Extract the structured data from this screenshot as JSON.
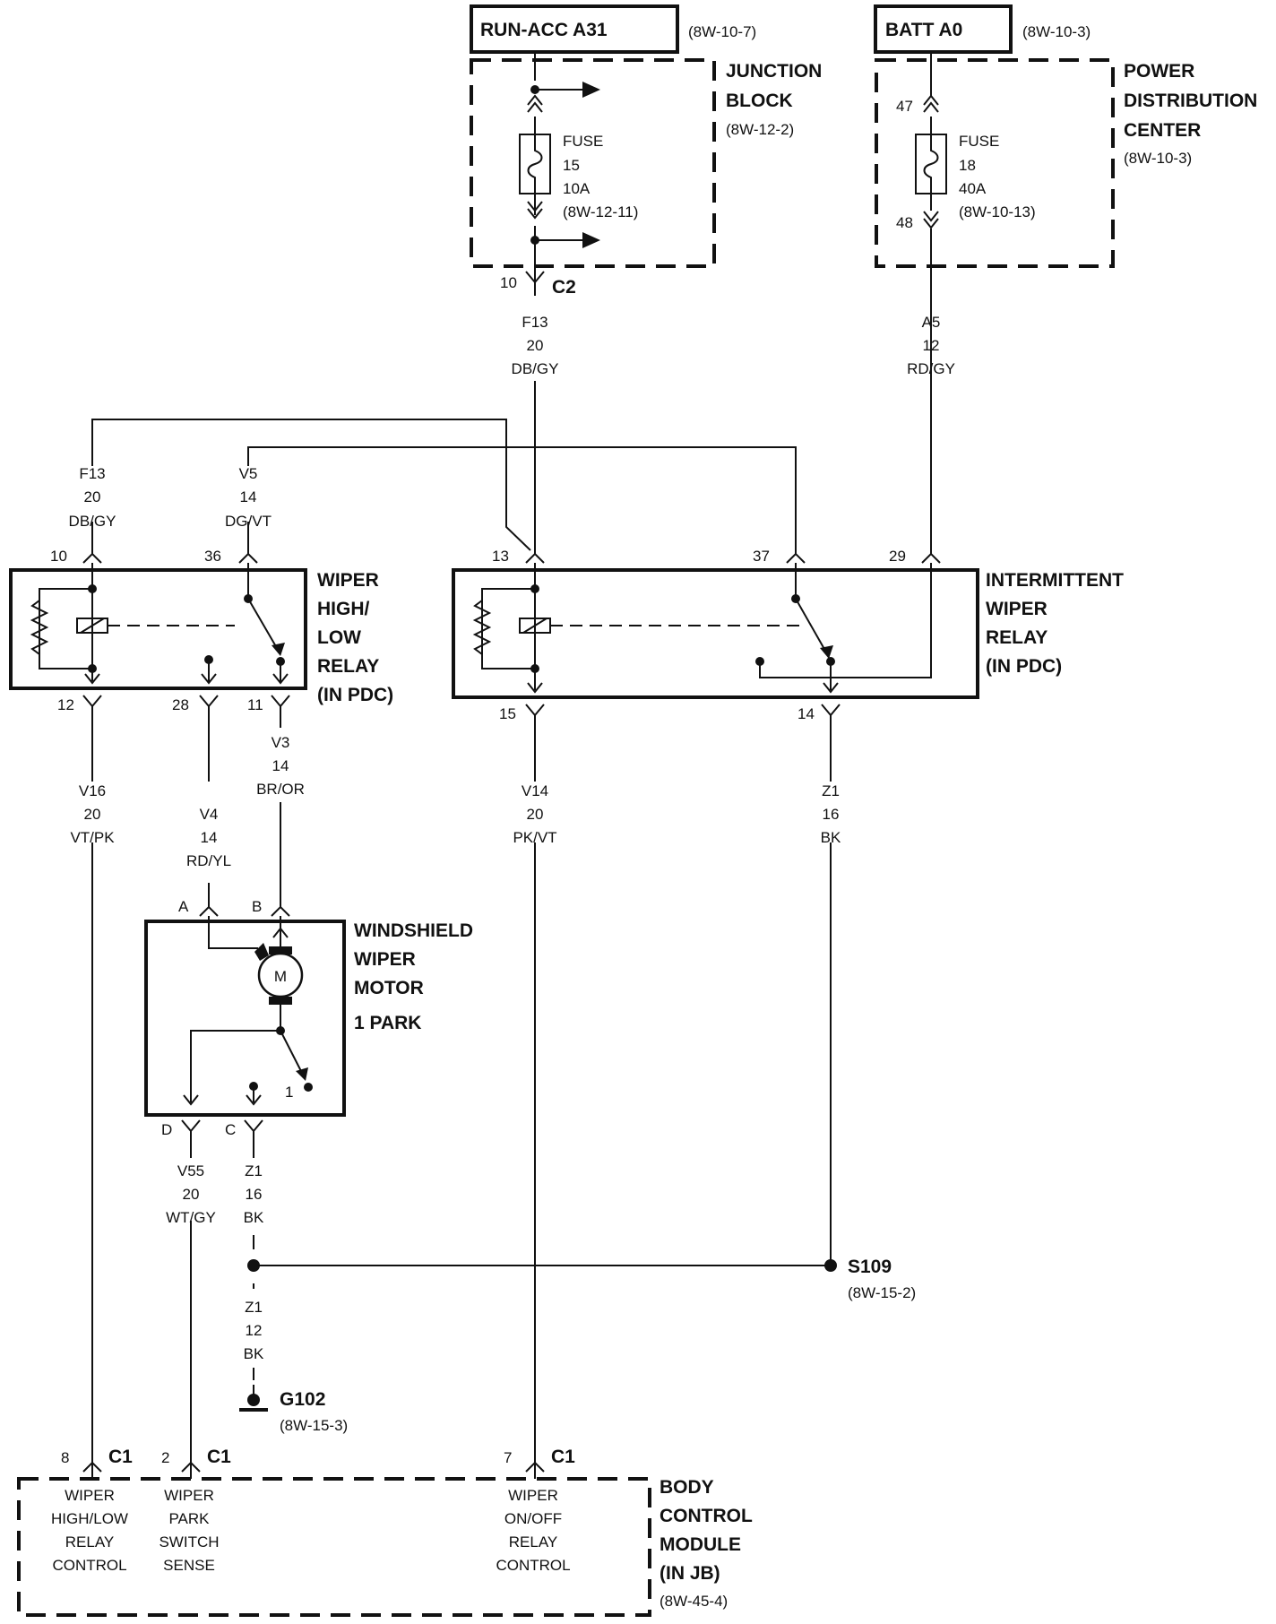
{
  "sources": {
    "run_acc": {
      "label": "RUN-ACC A31",
      "ref": "(8W-10-7)"
    },
    "batt": {
      "label": "BATT A0",
      "ref": "(8W-10-3)"
    }
  },
  "junction_block": {
    "title_line1": "JUNCTION",
    "title_line2": "BLOCK",
    "ref": "(8W-12-2)",
    "fuse": {
      "l1": "FUSE",
      "l2": "15",
      "l3": "10A",
      "l4": "(8W-12-11)"
    },
    "output_pin": "10",
    "output_connector": "C2"
  },
  "pdc": {
    "title_line1": "POWER",
    "title_line2": "DISTRIBUTION",
    "title_line3": "CENTER",
    "ref": "(8W-10-3)",
    "fuse": {
      "l1": "FUSE",
      "l2": "18",
      "l3": "40A",
      "l4": "(8W-10-13)"
    },
    "pin_in": "47",
    "pin_out": "48"
  },
  "wires": {
    "f13_top": {
      "code": "F13",
      "gauge": "20",
      "color": "DB/GY"
    },
    "a5": {
      "code": "A5",
      "gauge": "12",
      "color": "RD/GY"
    },
    "f13_left": {
      "code": "F13",
      "gauge": "20",
      "color": "DB/GY"
    },
    "v5": {
      "code": "V5",
      "gauge": "14",
      "color": "DG/VT"
    },
    "v16": {
      "code": "V16",
      "gauge": "20",
      "color": "VT/PK"
    },
    "v4": {
      "code": "V4",
      "gauge": "14",
      "color": "RD/YL"
    },
    "v3": {
      "code": "V3",
      "gauge": "14",
      "color": "BR/OR"
    },
    "v14": {
      "code": "V14",
      "gauge": "20",
      "color": "PK/VT"
    },
    "z1_bk": {
      "code": "Z1",
      "gauge": "16",
      "color": "BK"
    },
    "v55": {
      "code": "V55",
      "gauge": "20",
      "color": "WT/GY"
    },
    "z1_motor": {
      "code": "Z1",
      "gauge": "16",
      "color": "BK"
    },
    "z1_ground": {
      "code": "Z1",
      "gauge": "12",
      "color": "BK"
    }
  },
  "hl_relay": {
    "title_line1": "WIPER",
    "title_line2": "HIGH/",
    "title_line3": "LOW",
    "title_line4": "RELAY",
    "title_line5": "(IN PDC)",
    "pins": {
      "p10": "10",
      "p36": "36",
      "p12": "12",
      "p28": "28",
      "p11": "11"
    }
  },
  "int_relay": {
    "title_line1": "INTERMITTENT",
    "title_line2": "WIPER",
    "title_line3": "RELAY",
    "title_line4": "(IN PDC)",
    "pins": {
      "p13": "13",
      "p37": "37",
      "p29": "29",
      "p15": "15",
      "p14": "14"
    }
  },
  "motor": {
    "title_line1": "WINDSHIELD",
    "title_line2": "WIPER",
    "title_line3": "MOTOR",
    "title_line4": "1 PARK",
    "symbol": "M",
    "park_contact": "1",
    "pins": {
      "a": "A",
      "b": "B",
      "d": "D",
      "c": "C"
    }
  },
  "splice": {
    "label": "S109",
    "ref": "(8W-15-2)"
  },
  "ground": {
    "label": "G102",
    "ref": "(8W-15-3)"
  },
  "bcm": {
    "title_line1": "BODY",
    "title_line2": "CONTROL",
    "title_line3": "MODULE",
    "title_line4": "(IN JB)",
    "ref": "(8W-45-4)",
    "pins": [
      {
        "pin": "8",
        "conn": "C1",
        "l1": "WIPER",
        "l2": "HIGH/LOW",
        "l3": "RELAY",
        "l4": "CONTROL"
      },
      {
        "pin": "2",
        "conn": "C1",
        "l1": "WIPER",
        "l2": "PARK",
        "l3": "SWITCH",
        "l4": "SENSE"
      },
      {
        "pin": "7",
        "conn": "C1",
        "l1": "WIPER",
        "l2": "ON/OFF",
        "l3": "RELAY",
        "l4": "CONTROL"
      }
    ]
  }
}
